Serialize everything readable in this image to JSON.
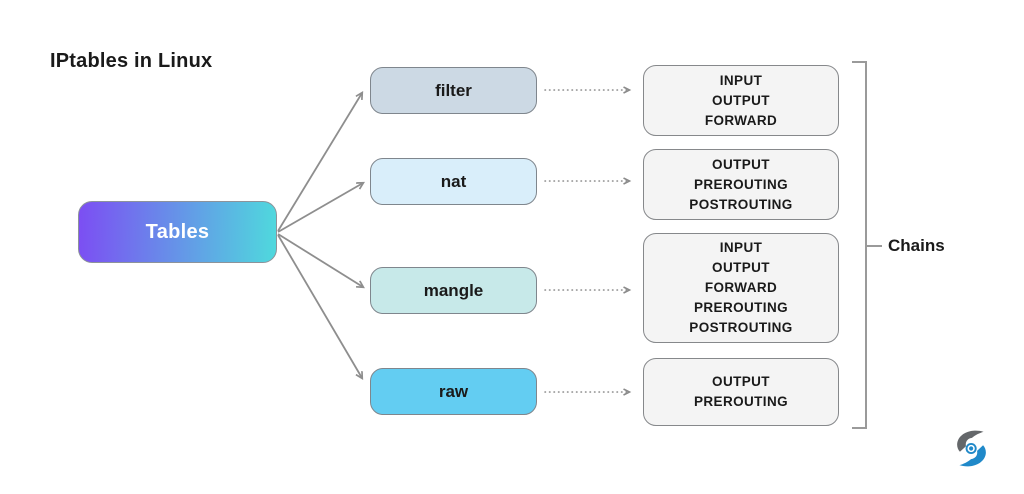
{
  "title": "IPtables in Linux",
  "root": {
    "label": "Tables",
    "gradient_start": "#7c4ef3",
    "gradient_end": "#4fd9dd",
    "text_color": "#ffffff"
  },
  "tables": [
    {
      "label": "filter",
      "fill": "#ccd9e4"
    },
    {
      "label": "nat",
      "fill": "#d9eefa"
    },
    {
      "label": "mangle",
      "fill": "#c7e9e9"
    },
    {
      "label": "raw",
      "fill": "#63cdf2"
    }
  ],
  "chains": {
    "label": "Chains",
    "box_fill": "#f4f4f4",
    "groups": [
      {
        "items": [
          "INPUT",
          "OUTPUT",
          "FORWARD"
        ]
      },
      {
        "items": [
          "OUTPUT",
          "PREROUTING",
          "POSTROUTING"
        ]
      },
      {
        "items": [
          "INPUT",
          "OUTPUT",
          "FORWARD",
          "PREROUTING",
          "POSTROUTING"
        ]
      },
      {
        "items": [
          "OUTPUT",
          "PREROUTING"
        ]
      }
    ]
  },
  "connector_color": "#8e8e8e",
  "bracket_color": "#9a9a9a",
  "logo": {
    "name": "phoenixnap-logo",
    "gray": "#64676a",
    "blue": "#2089c9"
  }
}
